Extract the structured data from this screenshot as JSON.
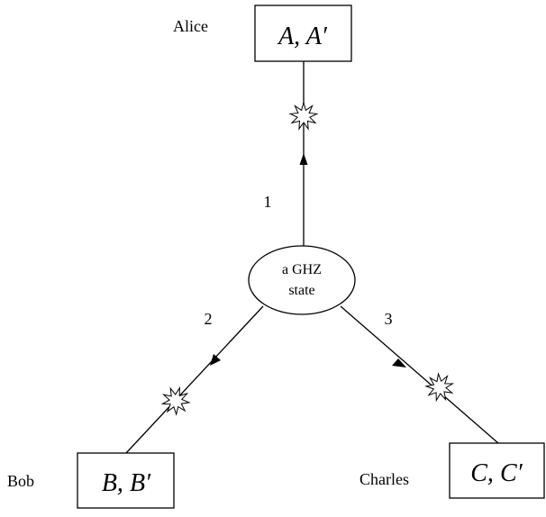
{
  "source": {
    "line1": "a GHZ",
    "line2": "state"
  },
  "parties": {
    "alice": {
      "name": "Alice",
      "box_main": "A,",
      "box_prime": "A′"
    },
    "bob": {
      "name": "Bob",
      "box_main": "B,",
      "box_prime": "B′"
    },
    "charles": {
      "name": "Charles",
      "box_main": "C,",
      "box_prime": "C′"
    }
  },
  "particles": {
    "p1": "1",
    "p2": "2",
    "p3": "3"
  },
  "icons": {
    "burst": "starburst-icon",
    "arrow": "arrowhead-icon"
  }
}
